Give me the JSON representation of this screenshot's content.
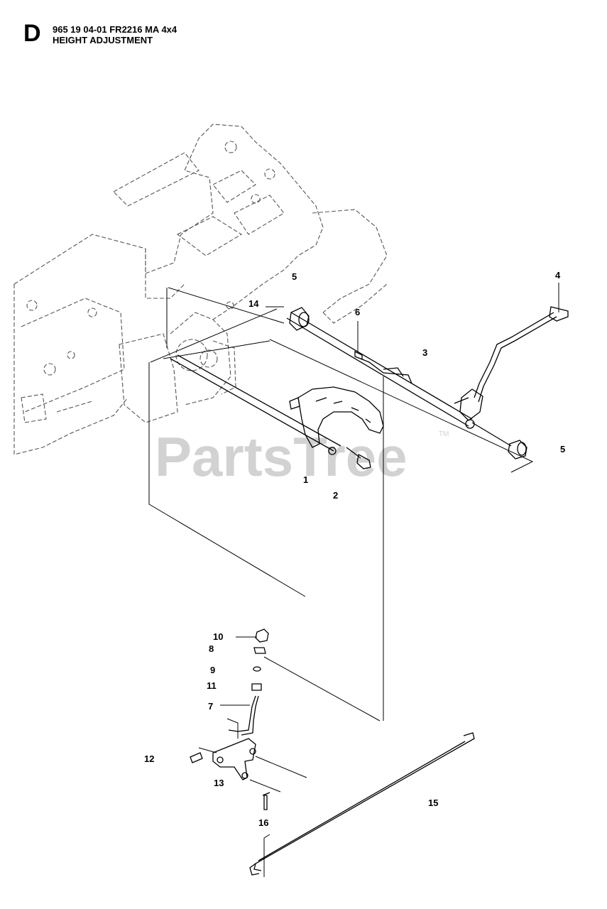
{
  "header": {
    "section_letter": "D",
    "line1": "965 19 04-01 FR2216 MA 4x4",
    "line2": "HEIGHT ADJUSTMENT"
  },
  "watermark": {
    "text": "PartsTree",
    "trademark": "TM"
  },
  "callouts": {
    "c1": "1",
    "c2": "2",
    "c3": "3",
    "c4": "4",
    "c5a": "5",
    "c5b": "5",
    "c6": "6",
    "c7": "7",
    "c8": "8",
    "c9": "9",
    "c10": "10",
    "c11": "11",
    "c12": "12",
    "c13": "13",
    "c14": "14",
    "c15": "15",
    "c16": "16"
  }
}
